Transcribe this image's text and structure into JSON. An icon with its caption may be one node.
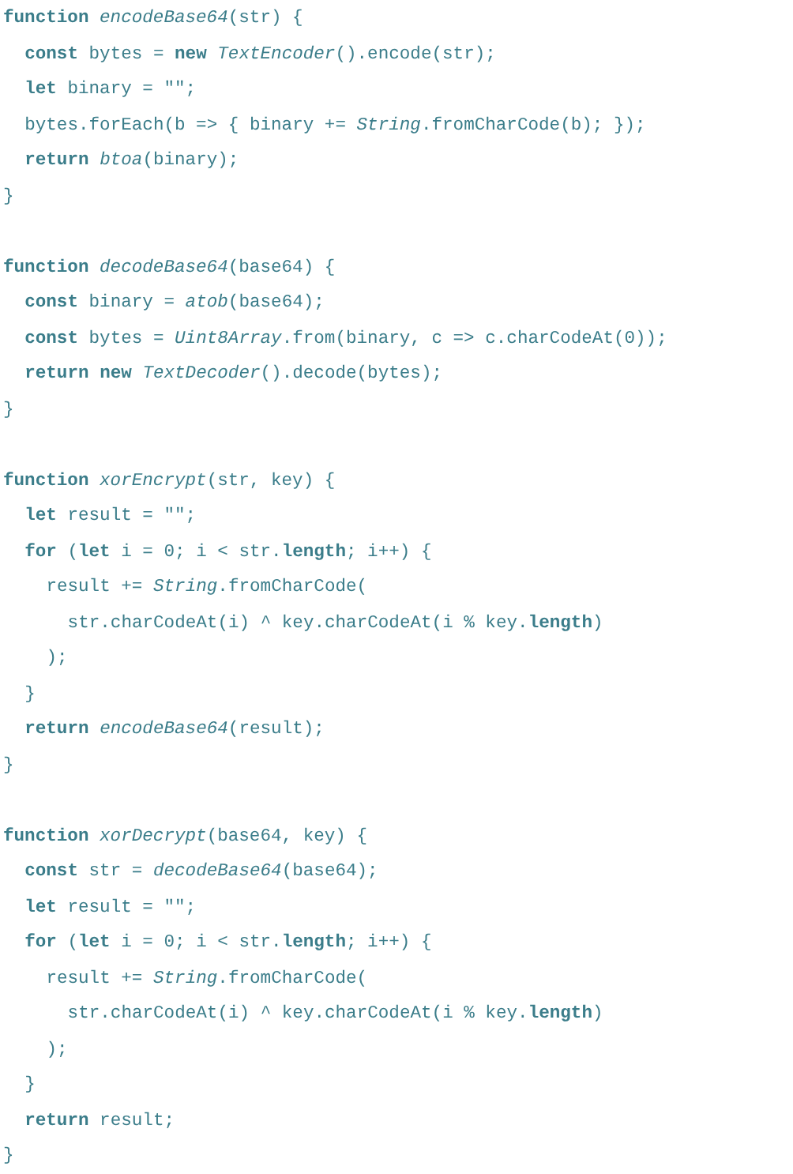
{
  "diagram": {
    "labels": [
      "**function** *encodeBase64*(str) {",
      "**const** bytes = **new** *TextEncoder*().encode(str);",
      "**let** binary = \"\";",
      "bytes.forEach(b => { binary += *String*.fromCharCode(b); });",
      "**return** *btoa*(binary);",
      "}",
      "**function** *decodeBase64*(base64) {",
      "**const** binary = *atob*(base64);",
      "**const** bytes = *Uint8Array*.from(binary, c => c.charCodeAt(0));",
      "**return** **new** *TextDecoder*().decode(bytes);",
      "}",
      "**function** *xorEncrypt*(str, key) {",
      "**let** result = \"\";",
      "**for** (**let** i = 0; i < str.**length**; i++) {",
      "result += *String*.fromCharCode(",
      "str.charCodeAt(i) ^ key.charCodeAt(i % key.**length**)",
      ");",
      "}",
      "**return** *encodeBase64*(result);",
      "}",
      "**function** *xorDecrypt*(base64, key) {",
      "**const** str = *decodeBase64*(base64);",
      "**let** result = \"\";",
      "**for** (**let** i = 0; i < str.**length**; i++) {",
      "result += *String*.fromCharCode(",
      "str.charCodeAt(i) ^ key.charCodeAt(i % key.**length**)",
      ");",
      "}",
      "**return** result;",
      "}"
    ]
  }
}
